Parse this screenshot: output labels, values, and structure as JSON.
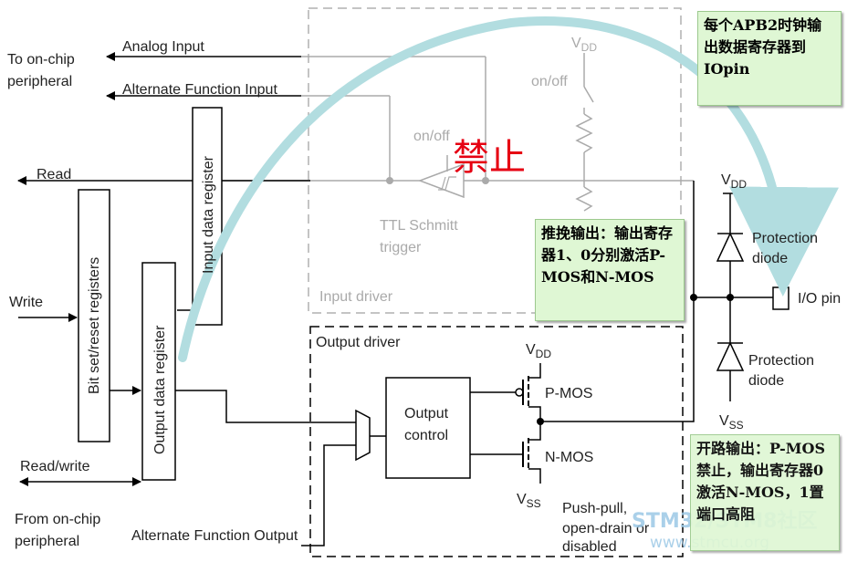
{
  "labels": {
    "to_onchip": "To on-chip",
    "peripheral": "peripheral",
    "analog_input": "Analog Input",
    "alt_func_input": "Alternate Function Input",
    "read": "Read",
    "write": "Write",
    "read_write": "Read/write",
    "from_onchip": "From on-chip",
    "from_peripheral": "peripheral",
    "alt_func_output": "Alternate Function Output",
    "bit_set_reset": "Bit set/reset registers",
    "input_data_register": "Input data register",
    "output_data_register": "Output data register",
    "vdd_v": "V",
    "vdd_sub": "DD",
    "vss_v": "V",
    "vss_sub": "SS",
    "on_off": "on/off",
    "ttl1": "TTL Schmitt",
    "ttl2": "trigger",
    "input_driver": "Input driver",
    "output_driver": "Output driver",
    "output_control_1": "Output",
    "output_control_2": "control",
    "pmos": "P-MOS",
    "nmos": "N-MOS",
    "protection": "Protection",
    "diode": "diode",
    "io_pin": "I/O pin",
    "pp1": "Push-pull,",
    "pp2": "open-drain or",
    "pp3": "disabled",
    "forbid": "禁止",
    "watermark1": "STM32/STM8社区",
    "watermark2": "www.stmcu.org"
  },
  "notes": {
    "apb2": "每个APB2时钟输出数据寄存器到IOpin",
    "push_pull": "推挽输出：输出寄存器1、0分别激活P-MOS和N-MOS",
    "open_drain": "开路输出：P-MOS禁止，输出寄存器0激活N-MOS，1置端口高阻"
  },
  "colors": {
    "arc": "#b2dde0",
    "forbid": "#e60012",
    "note_bg": "#dff7d4",
    "watermark": "#9cc8e6"
  }
}
